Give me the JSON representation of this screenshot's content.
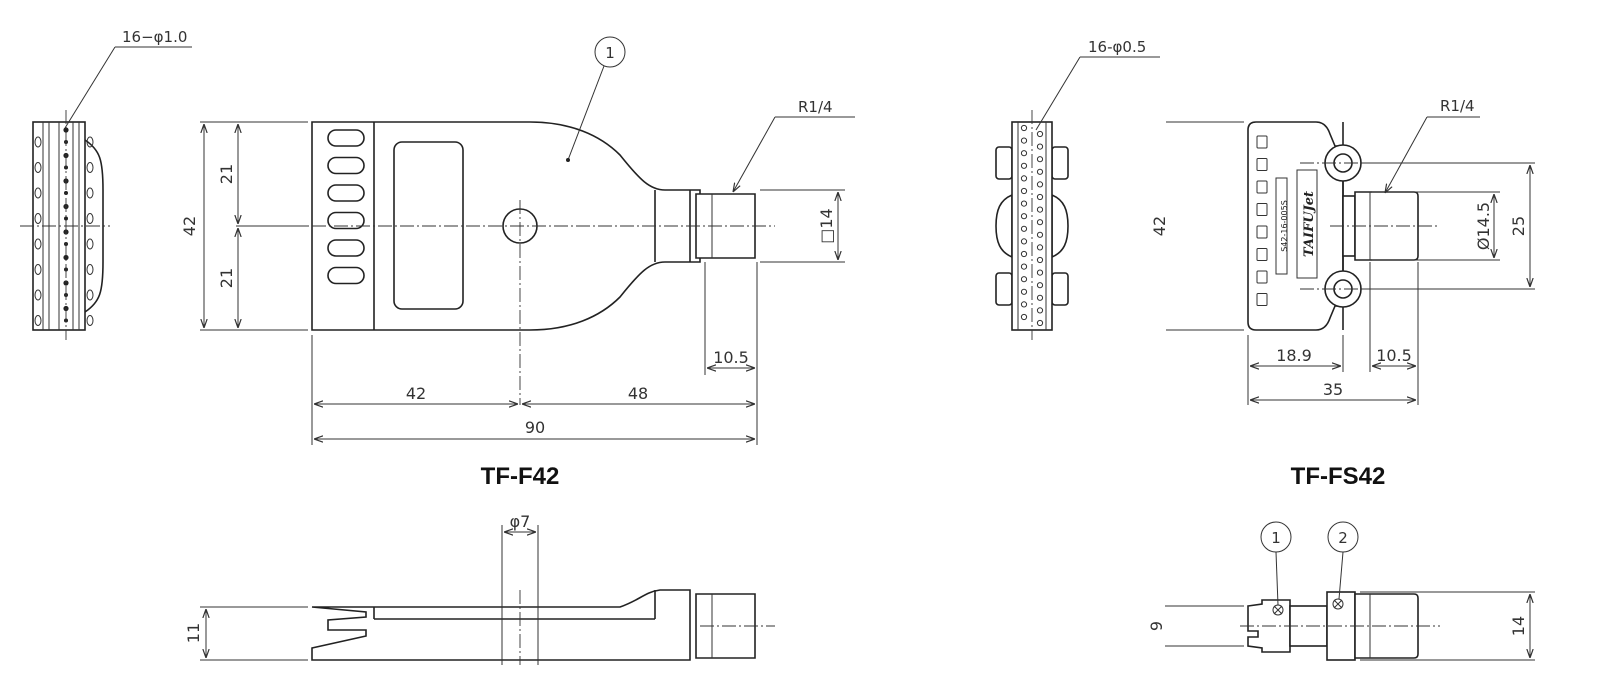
{
  "left_model": {
    "title": "TF-F42",
    "hole_callout": "16−φ1.0",
    "part_balloon": "1",
    "thread": "R1/4",
    "dims": {
      "height_total": "42",
      "half_top": "21",
      "half_bottom": "21",
      "square": "□14",
      "thread_len": "10.5",
      "to_center": "42",
      "center_to_end": "48",
      "overall": "90",
      "hole_dia": "φ7",
      "thickness": "11"
    }
  },
  "right_model": {
    "title": "TF-FS42",
    "hole_callout": "16-φ0.5",
    "thread": "R1/4",
    "body_marking": "S42-16-005S",
    "brand_logo": "TAIFUJet",
    "balloon_1": "1",
    "balloon_2": "2",
    "dims": {
      "height_total": "42",
      "diameter": "Ø14.5",
      "hole_pitch": "25",
      "width_a": "18.9",
      "thread_len": "10.5",
      "overall": "35",
      "thickness": "9",
      "square": "14"
    }
  }
}
